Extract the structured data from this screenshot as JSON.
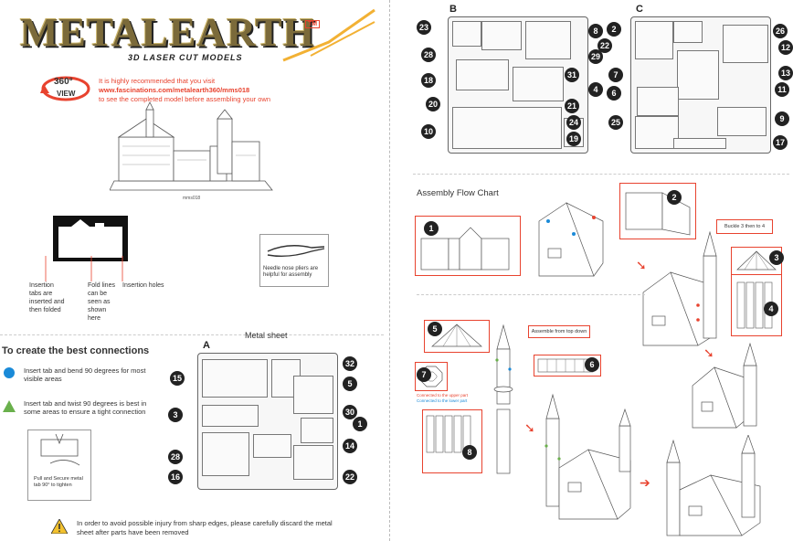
{
  "logo": {
    "title": "METALEARTH",
    "tm": "TM",
    "subtitle": "3D LASER CUT MODELS"
  },
  "view360": {
    "top": "360°",
    "bottom": "VIEW"
  },
  "intro": {
    "line1": "It is highly recommended that you visit",
    "url": "www.fascinations.com/metalearth360/mms018",
    "line3": "to see the completed model before assembling your own"
  },
  "model_code": "mms018",
  "diagram_labels": {
    "insertion_tabs": "Insertion tabs are inserted and then folded",
    "fold_lines": "Fold lines can be seen as shown here",
    "insertion_holes": "Insertion holes"
  },
  "pliers_note": "Needle nose pliers are helpful for assembly",
  "connections": {
    "heading": "To create the best connections",
    "blue_tip": "Insert tab and bend 90 degrees for most visible areas",
    "green_tip": "Insert tab and twist 90 degrees is best in some areas to ensure a tight connection",
    "twist_note": "Pull and Secure metal tab 90° to tighten",
    "blue_color": "#1a8ad8",
    "green_color": "#6ab04c"
  },
  "metal_sheet": {
    "heading": "Metal sheet",
    "letter": "A"
  },
  "sheet_a_badges": [
    "15",
    "3",
    "28",
    "16",
    "32",
    "5",
    "30",
    "1",
    "14",
    "22"
  ],
  "sheet_b": {
    "letter": "B",
    "badges": [
      "23",
      "28",
      "18",
      "20",
      "10",
      "8",
      "22",
      "29",
      "31",
      "7",
      "4",
      "6",
      "21",
      "24",
      "19"
    ]
  },
  "sheet_c": {
    "letter": "C",
    "badges": [
      "2",
      "26",
      "12",
      "13",
      "11",
      "25",
      "9",
      "17"
    ]
  },
  "warning": "In order to avoid possible injury from sharp edges, please carefully discard the metal sheet after parts have been removed",
  "flow": {
    "heading": "Assembly Flow Chart",
    "badges": [
      "1",
      "2",
      "3",
      "4",
      "5",
      "6",
      "7",
      "8"
    ],
    "buckle_note": "Buckle 3 then to 4",
    "assemble_note": "Assemble from top down",
    "legend_upper": "Connected to the upper part",
    "legend_lower": "Connected to the lower part"
  }
}
